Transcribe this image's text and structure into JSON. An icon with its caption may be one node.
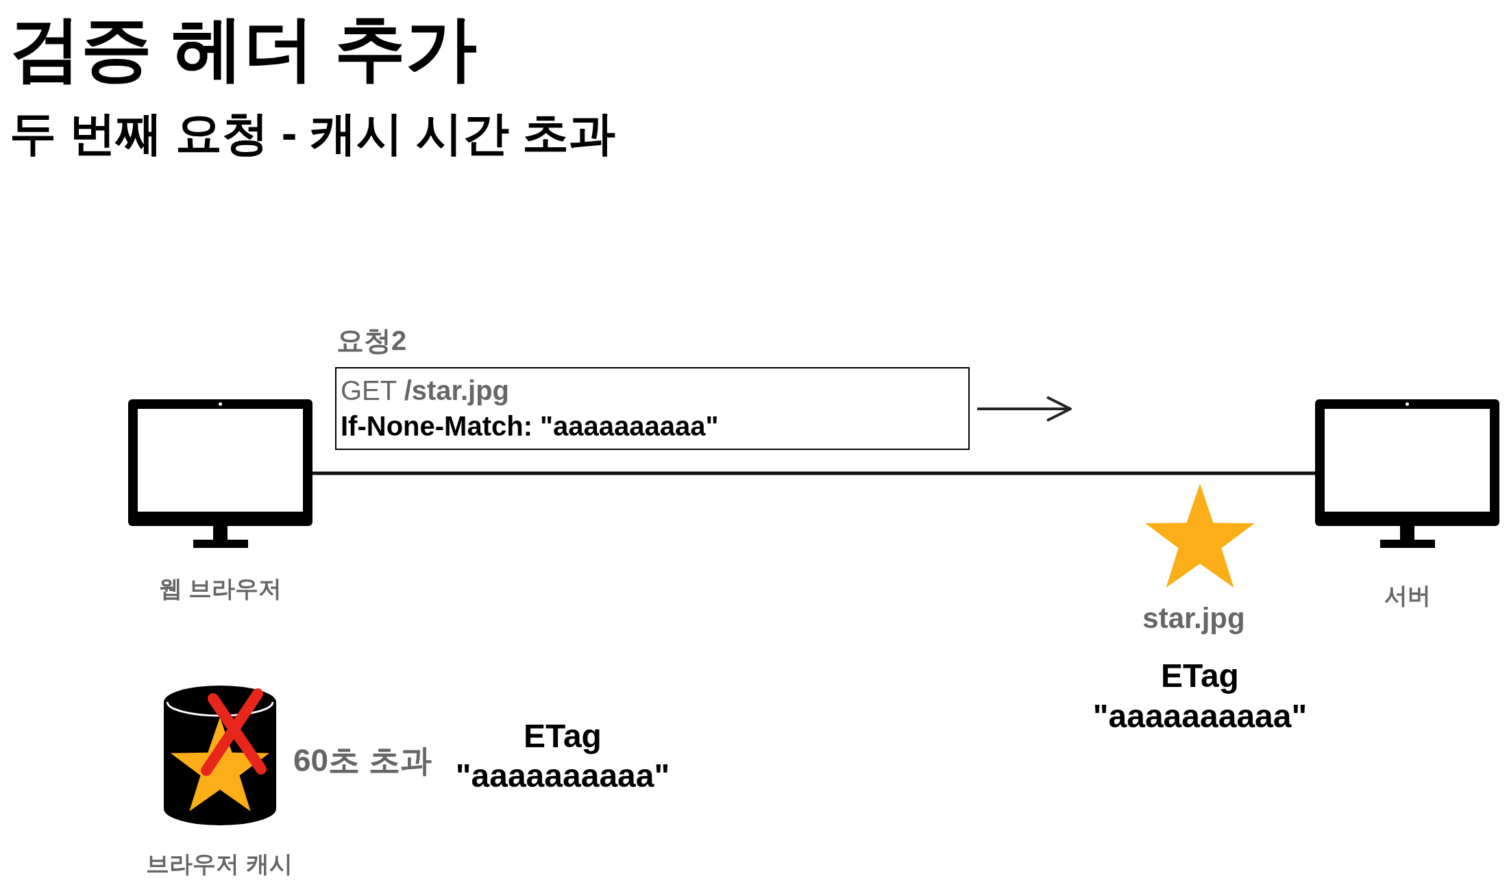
{
  "diagram": {
    "title": "검증 헤더 추가",
    "nodes": [
      {
        "text": [
          "웹 브라우저"
        ]
      },
      {
        "text": [
          "서버"
        ]
      },
      {
        "text": [
          "요청2",
          "GET **/star.jpg**",
          "If-None-Match: \"aaaaaaaaaa\""
        ]
      },
      {
        "text": [
          "브라우저 캐시"
        ],
        "beside": [
          "60초 초과"
        ]
      }
    ],
    "edges": [
      {
        "from": 0,
        "to": 1,
        "arrow": "none"
      }
    ],
    "labels": [
      "두 번째 요청 - 캐시 시간 초과",
      "star.jpg",
      "ETag",
      "\"aaaaaaaaaa\"",
      "ETag",
      "\"aaaaaaaaaa\""
    ]
  }
}
